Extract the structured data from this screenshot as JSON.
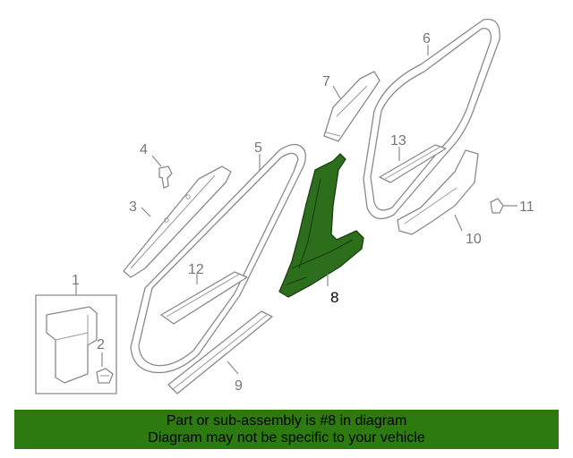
{
  "callouts": {
    "c1": "1",
    "c2": "2",
    "c3": "3",
    "c4": "4",
    "c5": "5",
    "c6": "6",
    "c7": "7",
    "c8": "8",
    "c9": "9",
    "c10": "10",
    "c11": "11",
    "c12": "12",
    "c13": "13"
  },
  "highlighted_part": "8",
  "colors": {
    "highlight": "#2d6e1c",
    "banner": "#2d7a10",
    "linework": "#8a8a8a"
  },
  "banner": {
    "line1": "Part or sub-assembly is #8 in diagram",
    "line2": "Diagram may not be specific to your vehicle"
  }
}
